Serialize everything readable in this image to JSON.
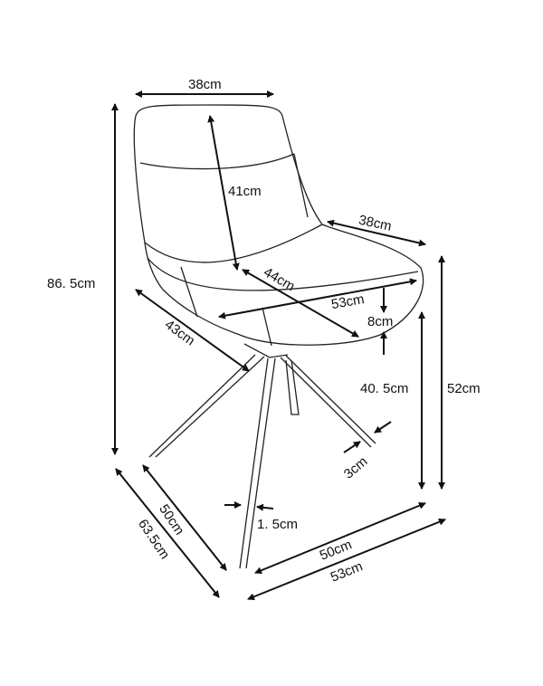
{
  "dimensions": {
    "back_width": "38cm",
    "back_height": "41cm",
    "total_height": "86. 5cm",
    "seat_back_width": "38cm",
    "seat_depth": "44cm",
    "seat_width": "53cm",
    "seat_thickness": "8cm",
    "diagonal_seat": "43cm",
    "seat_height_front": "40. 5cm",
    "seat_height_total": "52cm",
    "leg_foot": "3cm",
    "leg_thickness": "1. 5cm",
    "base_depth": "50cm",
    "total_depth": "63.5cm",
    "base_width": "50cm",
    "total_width": "53cm"
  }
}
